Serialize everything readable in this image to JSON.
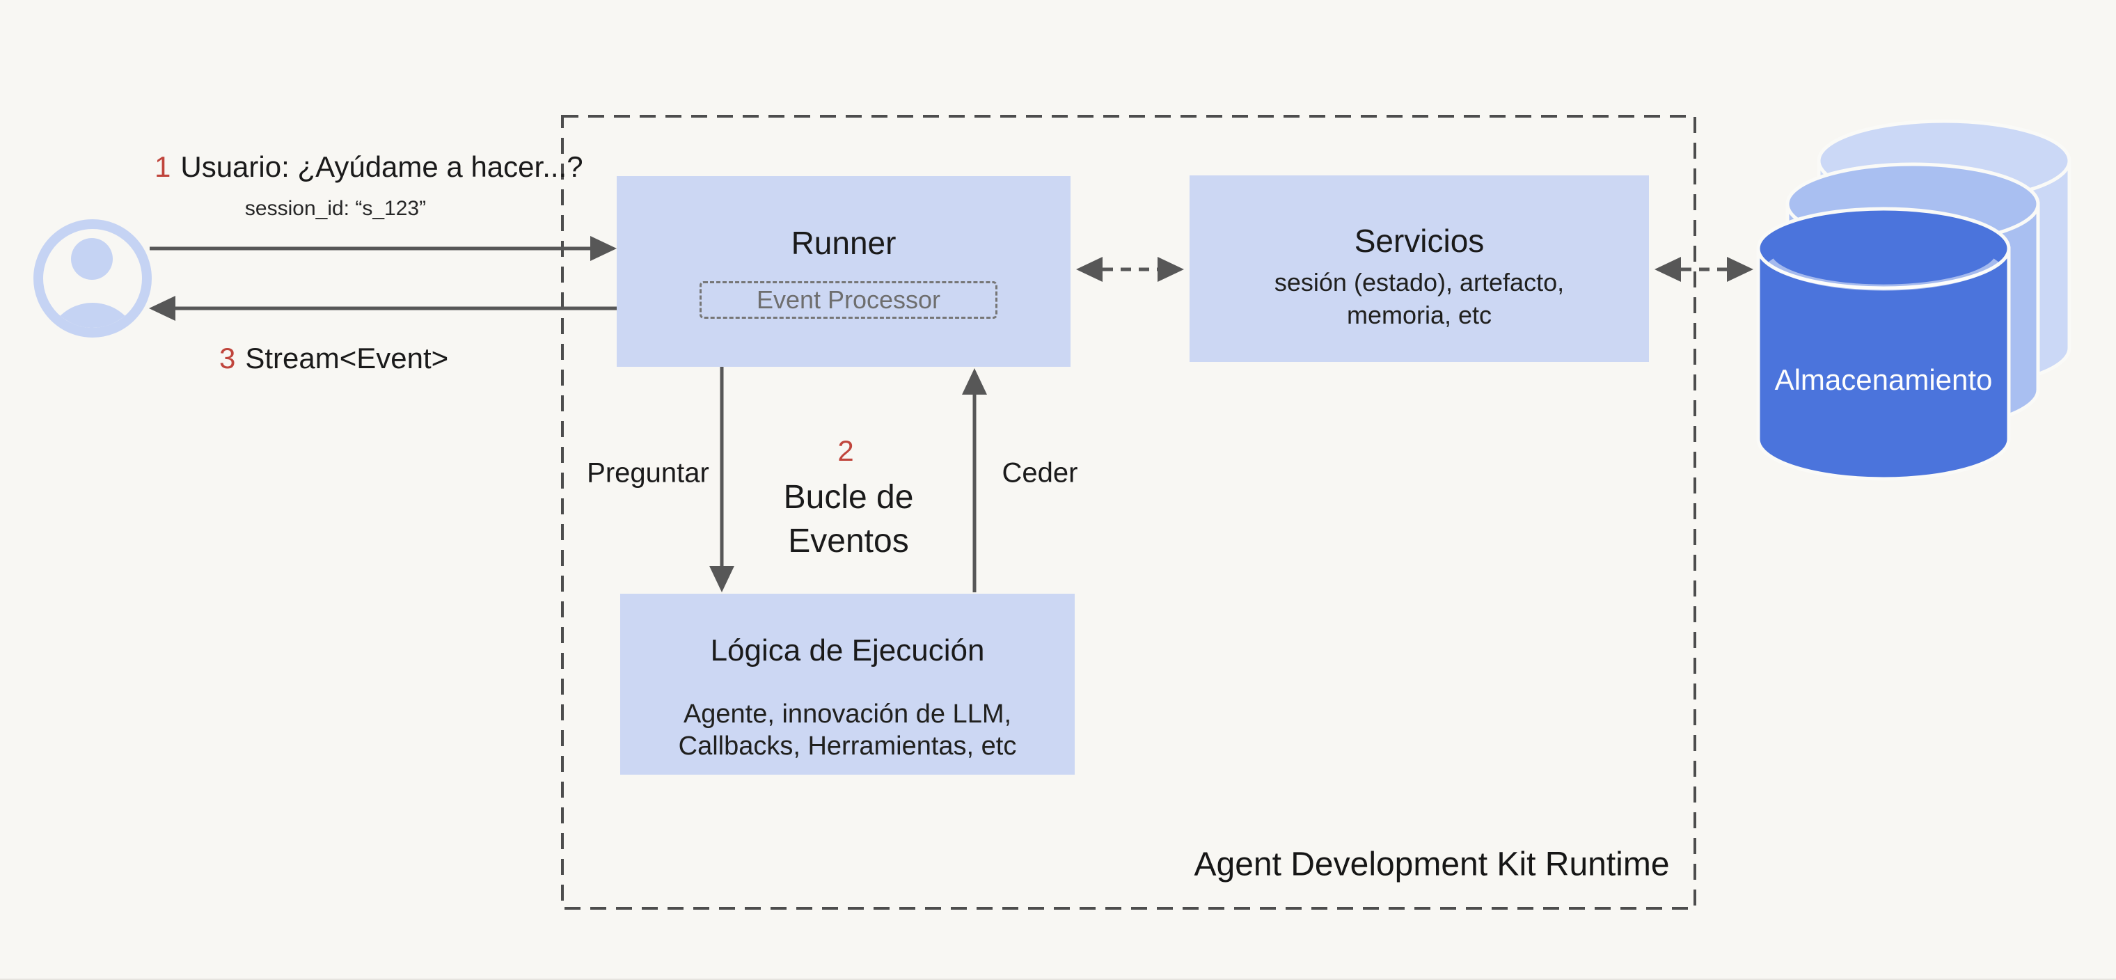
{
  "diagram": {
    "user_flow": {
      "step1_number": "1",
      "step1_text": "Usuario: ¿Ayúdame a hacer...?",
      "session_id": "session_id: “s_123”",
      "step3_number": "3",
      "step3_text": "Stream<Event>"
    },
    "runner": {
      "title": "Runner",
      "event_processor": "Event Processor"
    },
    "services": {
      "title": "Servicios",
      "line1": "sesión (estado), artefacto,",
      "line2": "memoria, etc"
    },
    "event_loop": {
      "number": "2",
      "line1": "Bucle de",
      "line2": "Eventos",
      "ask_label": "Preguntar",
      "yield_label": "Ceder"
    },
    "execution_logic": {
      "title": "Lógica de Ejecución",
      "line1": "Agente, innovación de LLM,",
      "line2": "Callbacks, Herramientas, etc"
    },
    "runtime_label": "Agent Development Kit Runtime",
    "storage_label": "Almacenamiento"
  },
  "colors": {
    "background": "#f8f7f3",
    "box_fill": "#ccd7f3",
    "accent_red": "#c0453c",
    "arrow_gray": "#575757",
    "dashed_border": "#4d4d4d",
    "muted_text": "#6e6e6e",
    "text_dark": "#1a1a1a",
    "avatar_blue": "#c5d3f3",
    "cylinder_front": "#4b74dc",
    "cylinder_mid": "#a9bff1",
    "cylinder_back": "#cbd8f6"
  }
}
